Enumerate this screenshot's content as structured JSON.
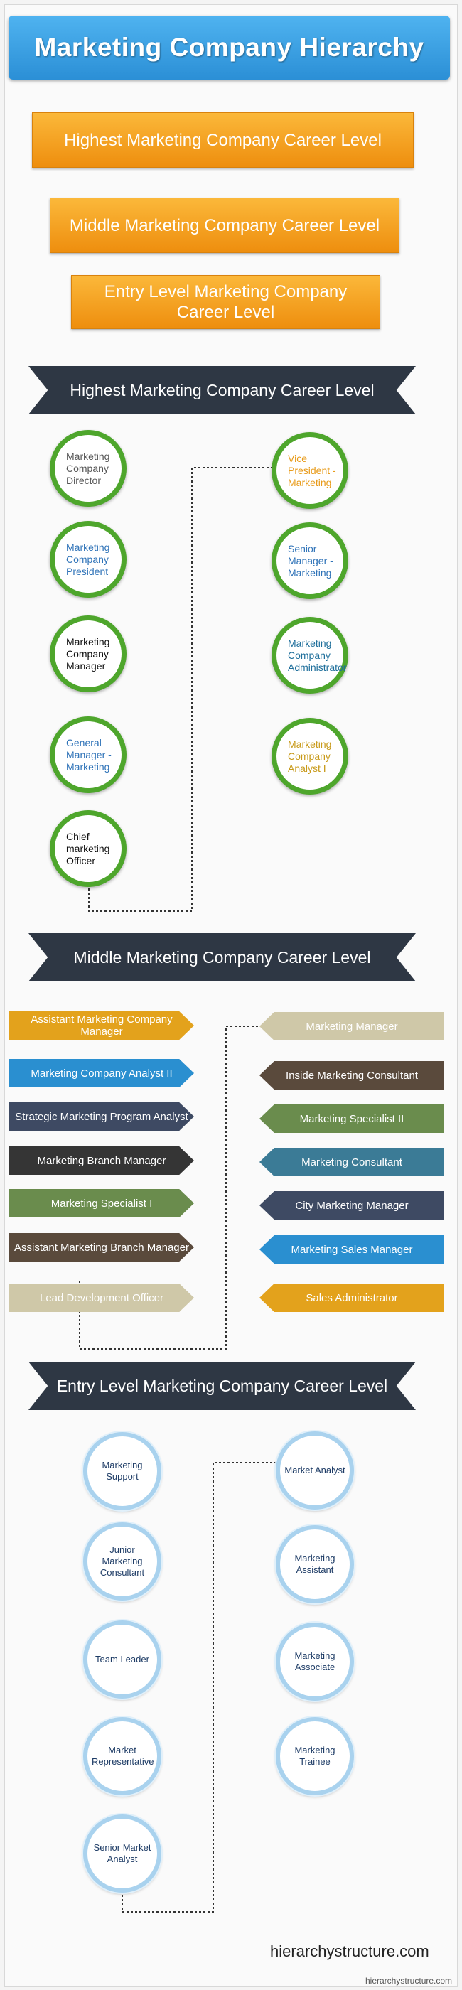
{
  "header": {
    "title": "Marketing Company Hierarchy"
  },
  "levels": [
    "Highest Marketing Company Career Level",
    "Middle Marketing Company Career Level",
    "Entry Level Marketing Company Career Level"
  ],
  "sections": {
    "highest": {
      "heading": "Highest Marketing Company Career Level",
      "left": [
        {
          "label": "Marketing Company Director",
          "color": "#555555"
        },
        {
          "label": "Marketing Company President",
          "color": "#2f73b8"
        },
        {
          "label": "Marketing Company Manager",
          "color": "#111111"
        },
        {
          "label": "General Manager - Marketing",
          "color": "#2f73b8"
        },
        {
          "label": "Chief marketing Officer",
          "color": "#111111"
        }
      ],
      "right": [
        {
          "label": "Vice President - Marketing",
          "color": "#e89b1a"
        },
        {
          "label": "Senior Manager - Marketing",
          "color": "#2f73b8"
        },
        {
          "label": "Marketing Company Administrator",
          "color": "#1f6f9b"
        },
        {
          "label": "Marketing Company Analyst I",
          "color": "#c89a1a"
        }
      ]
    },
    "middle": {
      "heading": "Middle Marketing Company Career Level",
      "left": [
        {
          "label": "Assistant Marketing Company Manager",
          "color": "#e3a21c"
        },
        {
          "label": "Marketing Company Analyst II",
          "color": "#2a8fd0"
        },
        {
          "label": "Strategic Marketing Program Analyst",
          "color": "#3e4a63"
        },
        {
          "label": "Marketing Branch Manager",
          "color": "#353535"
        },
        {
          "label": "Marketing Specialist I",
          "color": "#6a8c4d"
        },
        {
          "label": "Assistant Marketing Branch Manager",
          "color": "#5a4a3c"
        },
        {
          "label": "Lead Development Officer",
          "color": "#cfc8a8"
        }
      ],
      "right": [
        {
          "label": "Marketing Manager",
          "color": "#cfc8a8"
        },
        {
          "label": "Inside Marketing Consultant",
          "color": "#5a4a3c"
        },
        {
          "label": "Marketing Specialist II",
          "color": "#6a8c4d"
        },
        {
          "label": "Marketing Consultant",
          "color": "#3b7b96"
        },
        {
          "label": "City Marketing Manager",
          "color": "#3e4a63"
        },
        {
          "label": "Marketing Sales Manager",
          "color": "#2a8fd0"
        },
        {
          "label": "Sales Administrator",
          "color": "#e3a21c"
        }
      ]
    },
    "entry": {
      "heading": "Entry Level Marketing Company Career Level",
      "left": [
        "Marketing Support",
        "Junior Marketing Consultant",
        "Team Leader",
        "Market Representative",
        "Senior Market Analyst"
      ],
      "right": [
        "Market Analyst",
        "Marketing Assistant",
        "Marketing Associate",
        "Marketing Trainee"
      ]
    }
  },
  "footer": {
    "site": "hierarchystructure.com",
    "watermark": "hierarchystructure.com"
  }
}
